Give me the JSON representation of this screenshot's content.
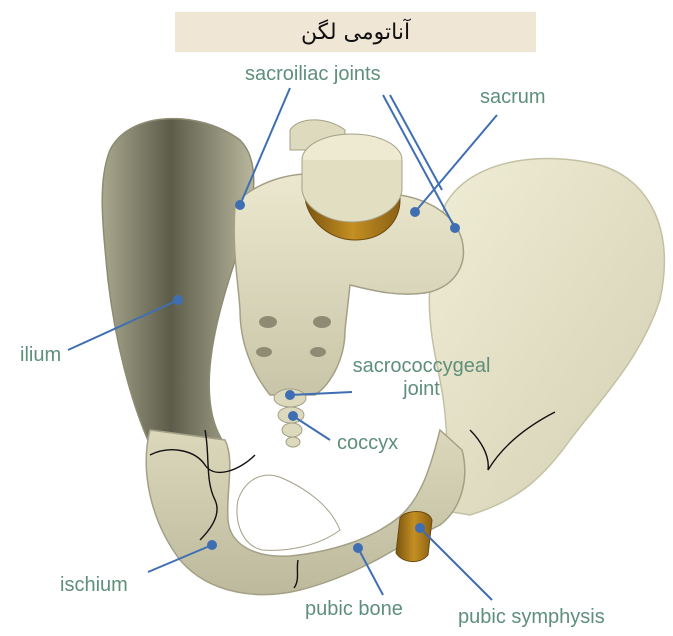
{
  "title": "آناتومی لگن",
  "colors": {
    "bone": "#e4e0c4",
    "bone_shadow": "#a8a68c",
    "bone_dark": "#5a5a48",
    "cartilage": "#b8861e",
    "label_text": "#5e8f7a",
    "pointer": "#3f6fb2",
    "title_bg": "#f0e6d6"
  },
  "labels": {
    "sacroiliac_joints": "sacroiliac joints",
    "sacrum": "sacrum",
    "ilium": "ilium",
    "sacrococcygeal_line1": "sacrococcygeal",
    "sacrococcygeal_line2": "joint",
    "coccyx": "coccyx",
    "ischium": "ischium",
    "pubic_bone": "pubic bone",
    "pubic_symphysis": "pubic symphysis"
  }
}
